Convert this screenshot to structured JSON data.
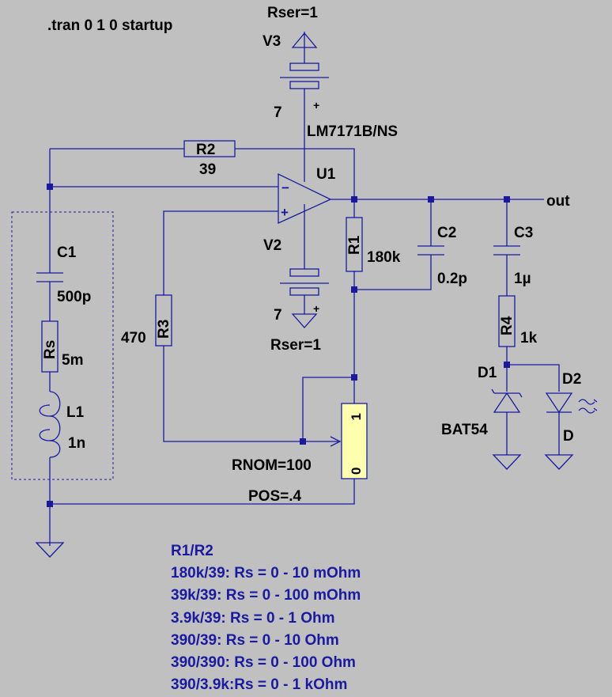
{
  "directive": ".tran 0 1 0 startup",
  "v3": {
    "ref": "V3",
    "rser": "Rser=1",
    "value": "7",
    "plus": "+"
  },
  "v2": {
    "ref": "V2",
    "rser": "Rser=1",
    "value": "7",
    "plus": "+"
  },
  "opamp": {
    "model": "LM7171B/NS",
    "ref": "U1",
    "minus": "−",
    "plus": "+"
  },
  "r1": {
    "ref": "R1",
    "value": "180k"
  },
  "r2": {
    "ref": "R2",
    "value": "39"
  },
  "r3": {
    "ref": "R3",
    "value": "470"
  },
  "r4": {
    "ref": "R4",
    "value": "1k"
  },
  "c1": {
    "ref": "C1",
    "value": "500p"
  },
  "c2": {
    "ref": "C2",
    "value": "0.2p"
  },
  "c3": {
    "ref": "C3",
    "value": "1µ"
  },
  "rs": {
    "ref": "Rs",
    "value": "5m"
  },
  "l1": {
    "ref": "L1",
    "value": "1n"
  },
  "d1": {
    "ref": "D1",
    "value": "BAT54"
  },
  "d2": {
    "ref": "D2",
    "value": "D"
  },
  "pot": {
    "rnom": "RNOM=100",
    "pos": "POS=.4",
    "end1": "1",
    "end0": "0"
  },
  "net_out": "out",
  "notes": [
    "R1/R2",
    "180k/39: Rs = 0 - 10 mOhm",
    "39k/39: Rs = 0 - 100 mOhm",
    "3.9k/39: Rs = 0 - 1 Ohm",
    "390/39: Rs = 0 - 10 Ohm",
    "390/390: Rs = 0 - 100 Ohm",
    "390/3.9k:Rs = 0 - 1 kOhm"
  ],
  "colors": {
    "background": "#c0c0c0",
    "wire": "#1a1aa0",
    "potentiometer_fill": "#ffffb0"
  }
}
